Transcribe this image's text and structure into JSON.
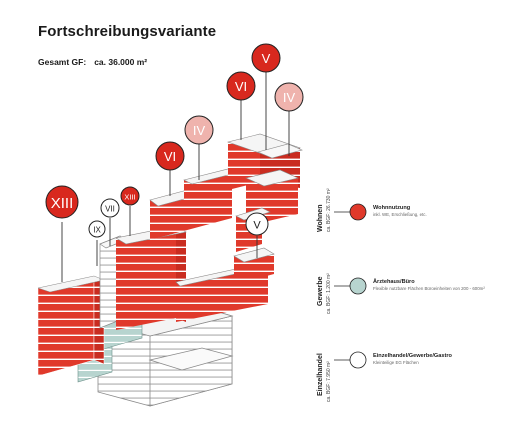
{
  "header": {
    "title": "Fortschreibungsvariante",
    "gf_label": "Gesamt GF:",
    "gf_value": "ca. 36.000 m²"
  },
  "floor_markers": [
    {
      "label": "XIII",
      "style": "red"
    },
    {
      "label": "IX",
      "style": "white"
    },
    {
      "label": "VII",
      "style": "white"
    },
    {
      "label": "XIII",
      "style": "red"
    },
    {
      "label": "VI",
      "style": "red"
    },
    {
      "label": "IV",
      "style": "pink"
    },
    {
      "label": "VI",
      "style": "red"
    },
    {
      "label": "V",
      "style": "red"
    },
    {
      "label": "IV",
      "style": "pink"
    },
    {
      "label": "V",
      "style": "white"
    }
  ],
  "legend": [
    {
      "category": "Wohnen",
      "area": "ca. BGF: 26.730 m²",
      "name": "Wohnnutzung",
      "detail": "inkl. WE, Erschließung, etc.",
      "color": "#e0392b"
    },
    {
      "category": "Gewerbe",
      "area": "ca. BGF: 1.200 m²",
      "name": "Ärztehaus/Büro",
      "detail": "Flexible nutzbare Flächen Büroeinheiten von 200 - 600m²",
      "color": "#b7d4cf"
    },
    {
      "category": "Einzelhandel",
      "area": "ca. BGF: 7.950 m²",
      "name": "Einzelhandel/Gewerbe/Gastro",
      "detail": "Kleinteilige EG Flächen",
      "color": "#ffffff"
    }
  ],
  "colors": {
    "residential": "#e0392b",
    "residential_dark": "#b4261c",
    "office": "#b7d4cf",
    "retail": "#ffffff",
    "marker_red": "#d8281e",
    "marker_pink": "#efb3ad"
  }
}
